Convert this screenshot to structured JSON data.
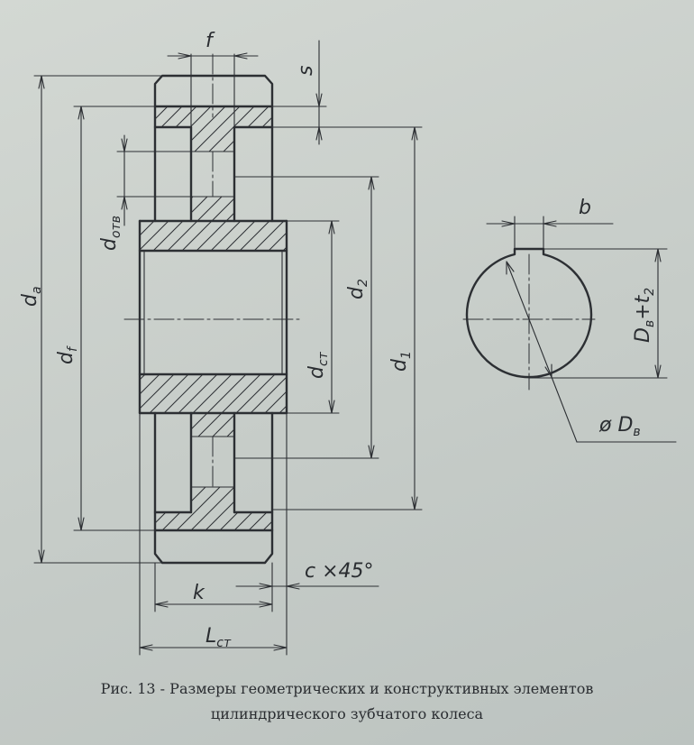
{
  "labels": {
    "f": "f",
    "s": "s",
    "b": "b",
    "da": "d",
    "da_sub": "a",
    "df": "d",
    "df_sub": "f",
    "dotv": "d",
    "dotv_sub": "отв",
    "d2": "d",
    "d2_sub": "2",
    "dst": "d",
    "dst_sub": "ст",
    "d1": "d",
    "d1_sub": "1",
    "k": "k",
    "chamfer": "c ×45°",
    "lst": "L",
    "lst_sub": "ст",
    "dvt": "D",
    "dvt_sub1": "в",
    "dvt_plus": "+t",
    "dvt_sub2": "2",
    "dv_prefix": "ø D",
    "dv_sub": "в"
  },
  "caption": {
    "line1": "Рис. 13 - Размеры геометрических и конструктивных элементов",
    "line2": "цилиндрического зубчатого колеса"
  }
}
